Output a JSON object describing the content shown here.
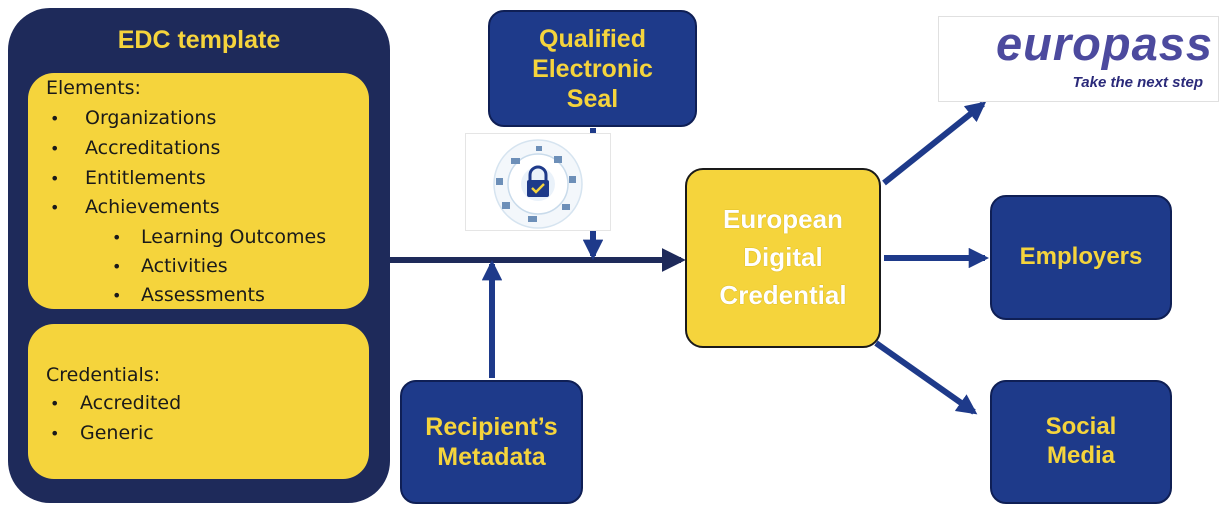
{
  "edc_template": {
    "title": "EDC template",
    "elements_heading": "Elements:",
    "elements": [
      "Organizations",
      "Accreditations",
      "Entitlements",
      "Achievements"
    ],
    "sub_elements": [
      "Learning Outcomes",
      "Activities",
      "Assessments"
    ],
    "credentials_heading": "Credentials:",
    "credentials": [
      "Accredited",
      "Generic"
    ]
  },
  "qualified_seal": {
    "line1": "Qualified",
    "line2": "Electronic",
    "line3": "Seal"
  },
  "recipient": {
    "line1": "Recipient’s",
    "line2": "Metadata"
  },
  "credential": {
    "line1": "European",
    "line2": "Digital",
    "line3": "Credential"
  },
  "europass": {
    "logo": "europass",
    "tagline": "Take the next step"
  },
  "employers": {
    "label": "Employers"
  },
  "social_media": {
    "line1": "Social",
    "line2": "Media"
  },
  "colors": {
    "navy": "#1e3a8a",
    "dark_navy": "#1e2a5a",
    "yellow": "#f5d43c",
    "europass_purple": "#4c4a9e"
  },
  "bullet": "•"
}
